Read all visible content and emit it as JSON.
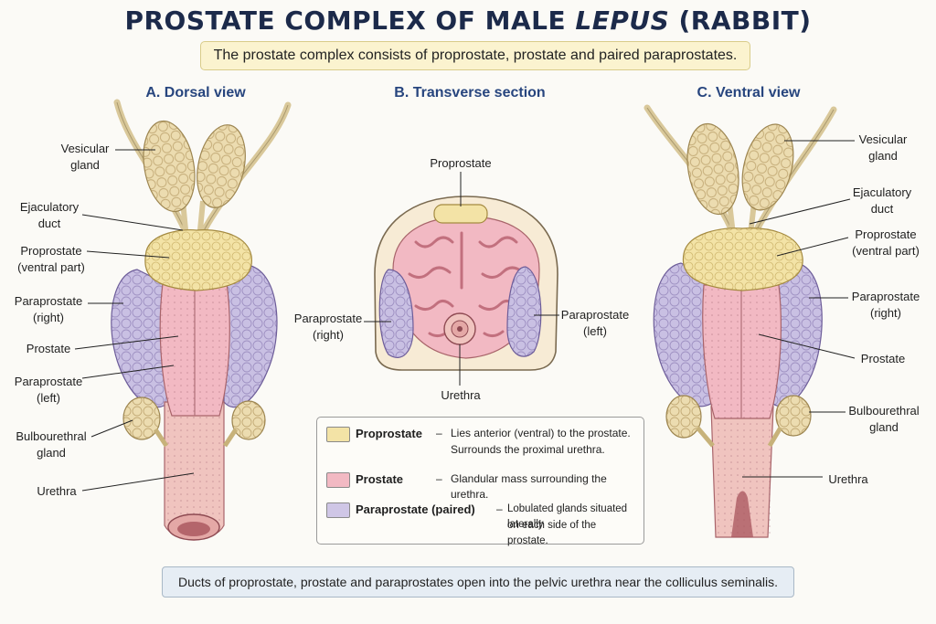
{
  "title_main": "PROSTATE COMPLEX OF MALE ",
  "title_italic": "LEPUS",
  "title_end": " (RABBIT)",
  "subtitle": "The prostate complex consists of proprostate, prostate and paired paraprostates.",
  "views": {
    "dorsal": {
      "title": "A. Dorsal view",
      "labels": {
        "vesicular_1": "Vesicular",
        "vesicular_2": "gland",
        "ejaculatory_1": "Ejaculatory",
        "ejaculatory_2": "duct",
        "proprostate_1": "Proprostate",
        "proprostate_2": "(ventral part)",
        "paraprostate_r_1": "Paraprostate",
        "paraprostate_r_2": "(right)",
        "prostate": "Prostate",
        "paraprostate_l_1": "Paraprostate",
        "paraprostate_l_2": "(left)",
        "bulbourethral_1": "Bulbourethral",
        "bulbourethral_2": "gland",
        "urethra": "Urethra"
      }
    },
    "transverse": {
      "title": "B. Transverse section",
      "labels": {
        "proprostate": "Proprostate",
        "paraprostate_right_1": "Paraprostate",
        "paraprostate_right_2": "(right)",
        "paraprostate_left_1": "Paraprostate",
        "paraprostate_left_2": "(left)",
        "urethra": "Urethra"
      }
    },
    "ventral": {
      "title": "C. Ventral view",
      "labels": {
        "vesicular_1": "Vesicular",
        "vesicular_2": "gland",
        "ejaculatory_1": "Ejaculatory",
        "ejaculatory_2": "duct",
        "proprostate_1": "Proprostate",
        "proprostate_2": "(ventral part)",
        "paraprostate_1": "Paraprostate",
        "paraprostate_2": "(right)",
        "prostate": "Prostate",
        "bulbourethral_1": "Bulbourethral",
        "bulbourethral_2": "gland",
        "urethra": "Urethra"
      }
    }
  },
  "legend": [
    {
      "name": "Proprostate",
      "dash": "–",
      "desc_1": "Lies anterior (ventral) to the prostate.",
      "desc_2": "Surrounds the proximal urethra.",
      "color": "#f3e3a6"
    },
    {
      "name": "Prostate",
      "dash": "–",
      "desc_1": "Glandular mass surrounding the urethra.",
      "desc_2": "",
      "color": "#f2b9c3"
    },
    {
      "name": "Paraprostate (paired)",
      "dash": "–",
      "desc_1": "Lobulated glands situated laterally",
      "desc_2": "on each side of the prostate.",
      "color": "#cfc6e6"
    }
  ],
  "footer": "Ducts of proprostate, prostate and paraprostates open into the pelvic urethra near the colliculus seminalis.",
  "colors": {
    "proprostate": "#f3e3a6",
    "prostate": "#f2b9c3",
    "paraprostate": "#c9c0e3",
    "vesicular": "#ecdcb0",
    "urethra": "#f0c4bf",
    "title": "#1c2a4a",
    "view_title": "#27457e"
  }
}
